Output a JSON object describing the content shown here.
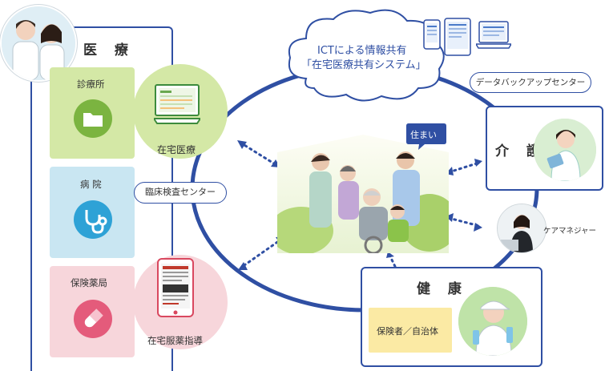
{
  "medical": {
    "title": "医 療",
    "clinic_label": "診療所",
    "hospital_label": "病 院",
    "pharmacy_label": "保険薬局",
    "home_care_label": "在宅医療",
    "home_pharma_label": "在宅服薬指導",
    "lab_center_label": "臨床検査センター"
  },
  "cloud": {
    "line1": "ICTによる情報共有",
    "line2": "「在宅医療共有システム」"
  },
  "backup_center_label": "データバックアップセンター",
  "care": {
    "title": "介 護"
  },
  "care_manager_label": "ケアマネジャー",
  "health": {
    "title": "健 康",
    "insurer_label": "保険者／自治体"
  },
  "home": {
    "bubble_label": "住まい"
  },
  "colors": {
    "navy": "#2f4fa3",
    "green_panel": "#d4e8a6",
    "blue_panel": "#c9e6f2",
    "pink_panel": "#f7d6db",
    "insurer_panel": "#fbeaa4"
  }
}
